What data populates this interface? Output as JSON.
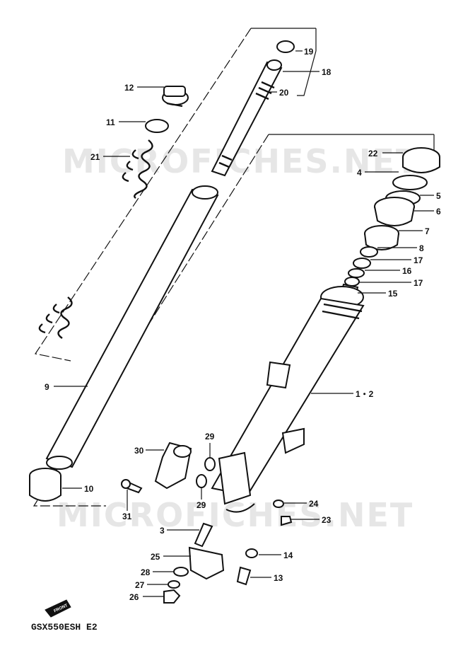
{
  "watermark": "MICROFICHES.NET",
  "footer_model": "GSX550ESH E2",
  "front_indicator": "FRONT",
  "callouts": {
    "c19": "19",
    "c18": "18",
    "c20": "20",
    "c12": "12",
    "c11": "11",
    "c21": "21",
    "c22": "22",
    "c4": "4",
    "c5": "5",
    "c6": "6",
    "c7": "7",
    "c8": "8",
    "c17a": "17",
    "c16": "16",
    "c17b": "17",
    "c15": "15",
    "c12x": "1・2",
    "c9": "9",
    "c10": "10",
    "c30": "30",
    "c29a": "29",
    "c29b": "29",
    "c31": "31",
    "c3": "3",
    "c24": "24",
    "c23": "23",
    "c25": "25",
    "c14": "14",
    "c28": "28",
    "c27": "27",
    "c13": "13",
    "c26": "26"
  },
  "colors": {
    "line": "#111111",
    "watermark": "#e6e6e6",
    "background": "#ffffff"
  }
}
